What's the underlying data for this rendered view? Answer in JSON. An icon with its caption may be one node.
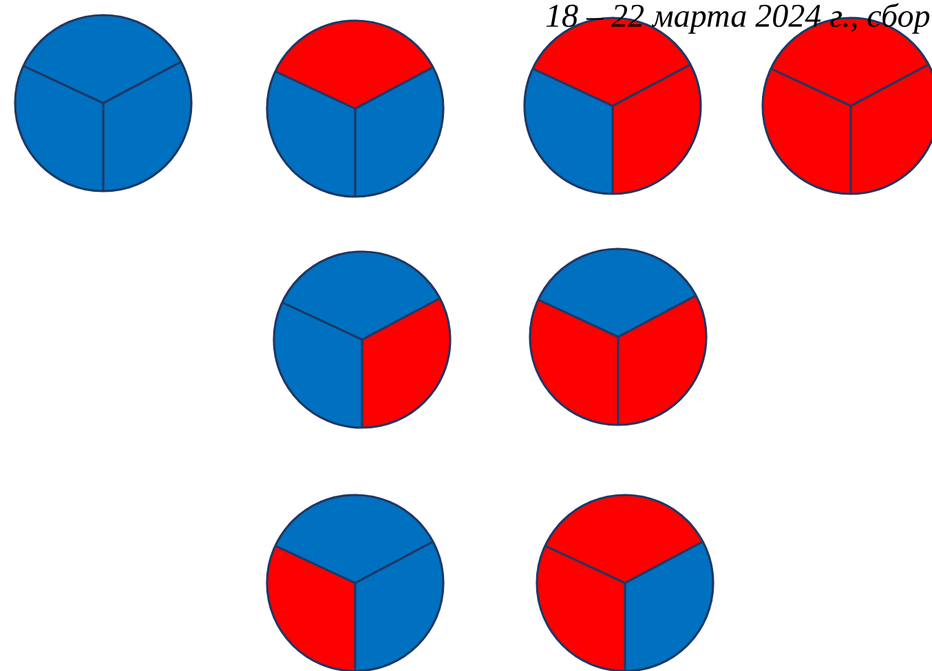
{
  "diagram": {
    "nodes": [
      {
        "text": [],
        "shape": "circle"
      },
      {
        "text": [],
        "shape": "circle"
      },
      {
        "text": [],
        "shape": "circle"
      },
      {
        "text": [],
        "shape": "circle"
      },
      {
        "text": [],
        "shape": "circle"
      },
      {
        "text": [],
        "shape": "circle"
      },
      {
        "text": [],
        "shape": "circle"
      },
      {
        "text": [],
        "shape": "circle"
      }
    ],
    "labels": [
      "18 – 22 марта 2024 г., сбор"
    ]
  }
}
